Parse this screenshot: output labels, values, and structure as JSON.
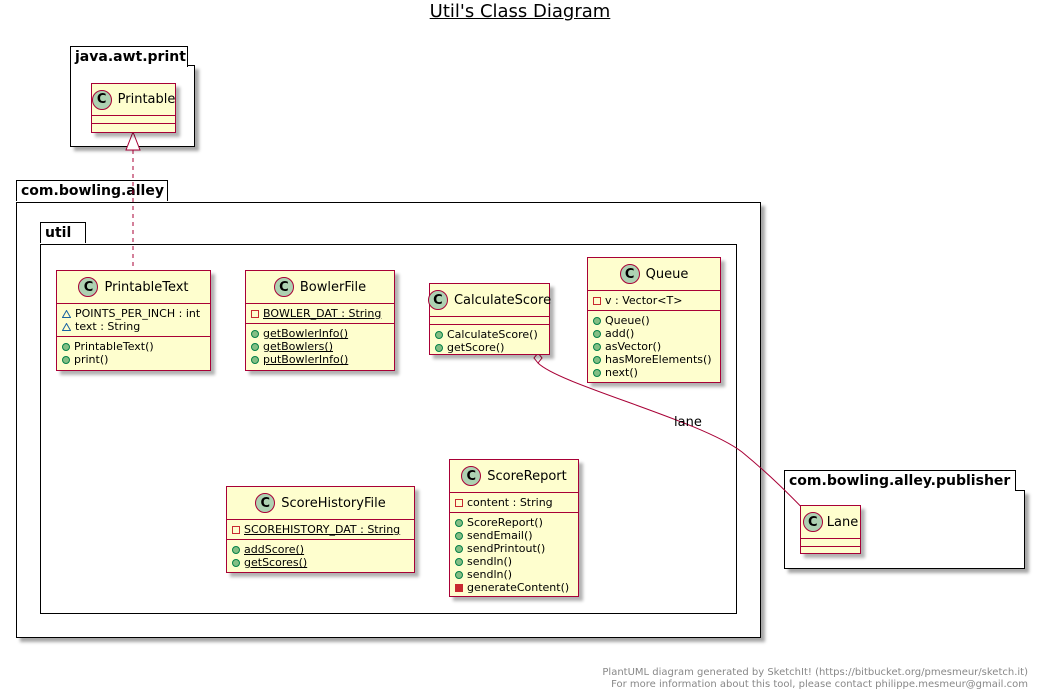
{
  "title": "Util's Class Diagram",
  "packages": {
    "awt_print": "java.awt.print",
    "alley": "com.bowling.alley",
    "util": "util",
    "publisher": "com.bowling.alley.publisher"
  },
  "classes": {
    "printable": {
      "name": "Printable"
    },
    "printable_text": {
      "name": "PrintableText",
      "fields": [
        "POINTS_PER_INCH : int",
        "text : String"
      ],
      "methods": [
        "PrintableText()",
        "print()"
      ]
    },
    "bowler_file": {
      "name": "BowlerFile",
      "fields": [
        "BOWLER_DAT : String"
      ],
      "methods": [
        "getBowlerInfo()",
        "getBowlers()",
        "putBowlerInfo()"
      ]
    },
    "calculate_score": {
      "name": "CalculateScore",
      "methods": [
        "CalculateScore()",
        "getScore()"
      ]
    },
    "queue": {
      "name": "Queue",
      "fields": [
        "v : Vector<T>"
      ],
      "methods": [
        "Queue()",
        "add()",
        "asVector()",
        "hasMoreElements()",
        "next()"
      ]
    },
    "score_history_file": {
      "name": "ScoreHistoryFile",
      "fields": [
        "SCOREHISTORY_DAT : String"
      ],
      "methods": [
        "addScore()",
        "getScores()"
      ]
    },
    "score_report": {
      "name": "ScoreReport",
      "fields": [
        "content : String"
      ],
      "methods": [
        "ScoreReport()",
        "sendEmail()",
        "sendPrintout()",
        "sendln()",
        "sendln()",
        "generateContent()"
      ]
    },
    "lane": {
      "name": "Lane"
    }
  },
  "relations": {
    "lane_label": "lane"
  },
  "badge_letter": "C",
  "footer": {
    "line1": "PlantUML diagram generated by SketchIt! (https://bitbucket.org/pmesmeur/sketch.it)",
    "line2": "For more information about this tool, please contact philippe.mesmeur@gmail.com"
  },
  "colors": {
    "class_fill": "#fefece",
    "class_border": "#a80036",
    "badge": "#add1b2",
    "public": "#84be84",
    "private": "#c82930",
    "package_vis": "#1963a0"
  }
}
